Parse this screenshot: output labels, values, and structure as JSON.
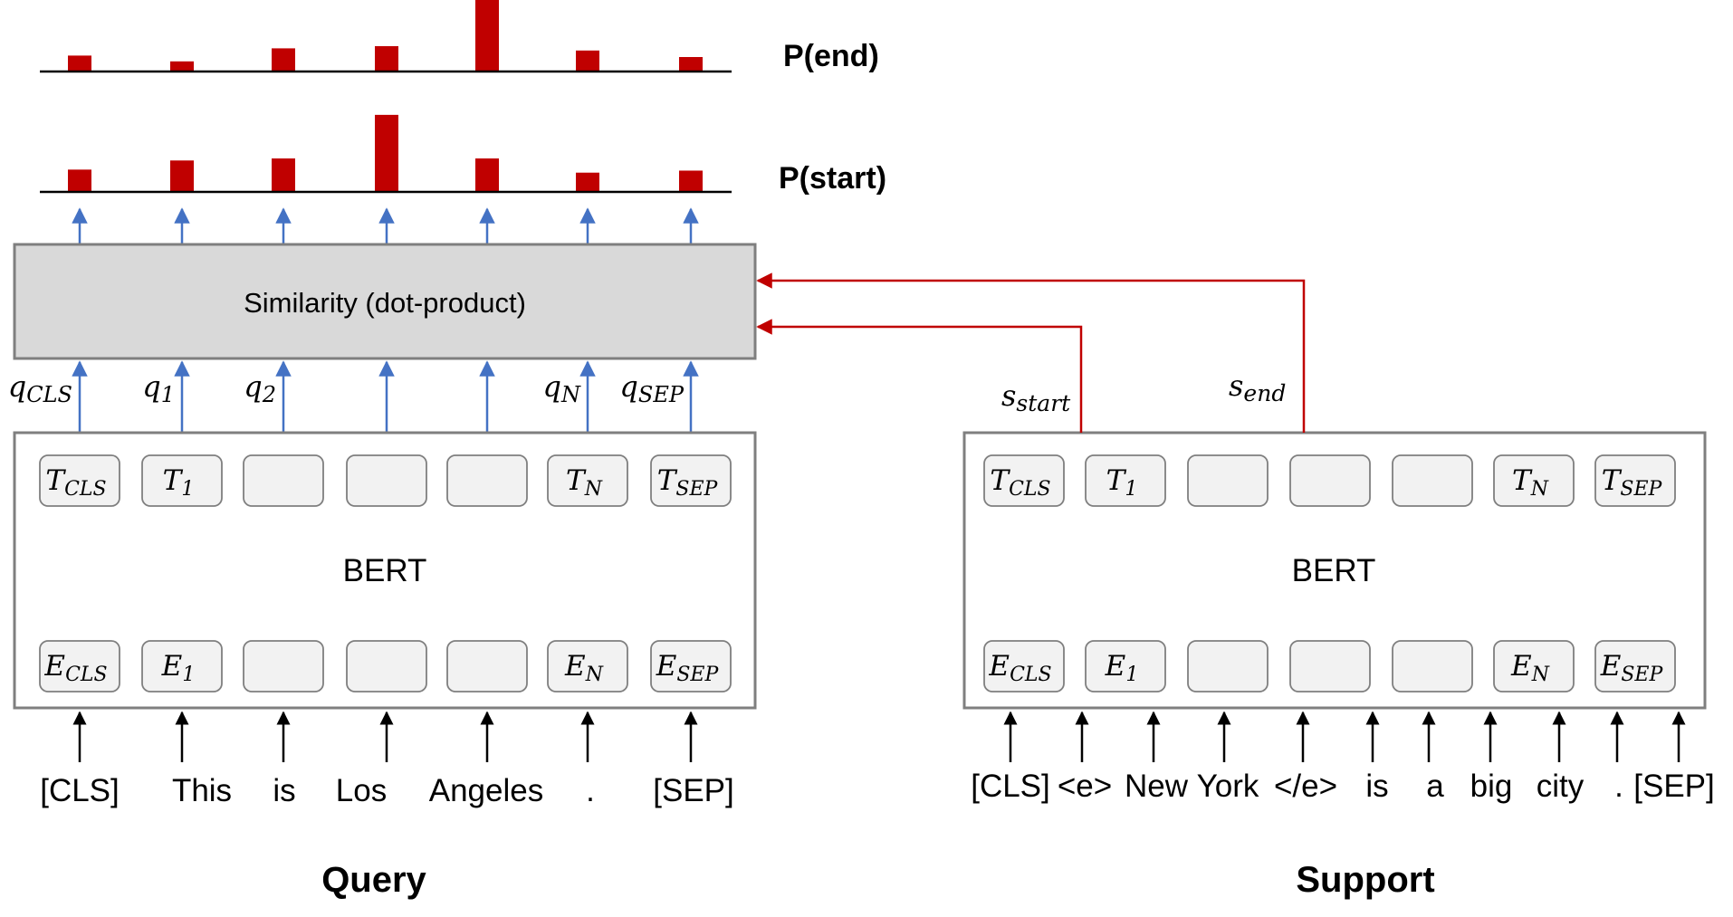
{
  "colors": {
    "bar": "#c00000",
    "blue_arrow": "#4472c4",
    "red_arrow": "#c00000",
    "box_border": "#7f7f7f",
    "token_fill": "#f2f2f2",
    "sim_fill": "#d9d9d9",
    "text": "#000000"
  },
  "bars": {
    "end_label": "P(end)",
    "start_label": "P(start)",
    "end_values": [
      0.22,
      0.14,
      0.32,
      0.35,
      1.0,
      0.29,
      0.2
    ],
    "start_values": [
      0.22,
      0.31,
      0.33,
      0.76,
      0.33,
      0.19,
      0.21
    ]
  },
  "similarity": {
    "label": "Similarity (dot-product)"
  },
  "query": {
    "title": "Query",
    "bert_label": "BERT",
    "vector_labels": [
      {
        "base": "q",
        "sub": "CLS"
      },
      {
        "base": "q",
        "sub": "1"
      },
      {
        "base": "q",
        "sub": "2"
      },
      null,
      null,
      {
        "base": "q",
        "sub": "N"
      },
      {
        "base": "q",
        "sub": "SEP"
      }
    ],
    "top_tokens": [
      {
        "base": "T",
        "sub": "CLS"
      },
      {
        "base": "T",
        "sub": "1"
      },
      null,
      null,
      null,
      {
        "base": "T",
        "sub": "N"
      },
      {
        "base": "T",
        "sub": "SEP"
      }
    ],
    "bottom_tokens": [
      {
        "base": "E",
        "sub": "CLS"
      },
      {
        "base": "E",
        "sub": "1"
      },
      null,
      null,
      null,
      {
        "base": "E",
        "sub": "N"
      },
      {
        "base": "E",
        "sub": "SEP"
      }
    ],
    "words": [
      "[CLS]",
      "This",
      "is",
      "Los",
      "Angeles",
      ".",
      "[SEP]"
    ]
  },
  "support": {
    "title": "Support",
    "bert_label": "BERT",
    "s_start": {
      "base": "s",
      "sub": "start"
    },
    "s_end": {
      "base": "s",
      "sub": "end"
    },
    "top_tokens": [
      {
        "base": "T",
        "sub": "CLS"
      },
      {
        "base": "T",
        "sub": "1"
      },
      null,
      null,
      null,
      {
        "base": "T",
        "sub": "N"
      },
      {
        "base": "T",
        "sub": "SEP"
      }
    ],
    "bottom_tokens": [
      {
        "base": "E",
        "sub": "CLS"
      },
      {
        "base": "E",
        "sub": "1"
      },
      null,
      null,
      null,
      {
        "base": "E",
        "sub": "N"
      },
      {
        "base": "E",
        "sub": "SEP"
      }
    ],
    "words": [
      "[CLS]",
      "<e>",
      "New",
      "York",
      "</e>",
      "is",
      "a",
      "big",
      "city",
      ".",
      "[SEP]"
    ]
  }
}
